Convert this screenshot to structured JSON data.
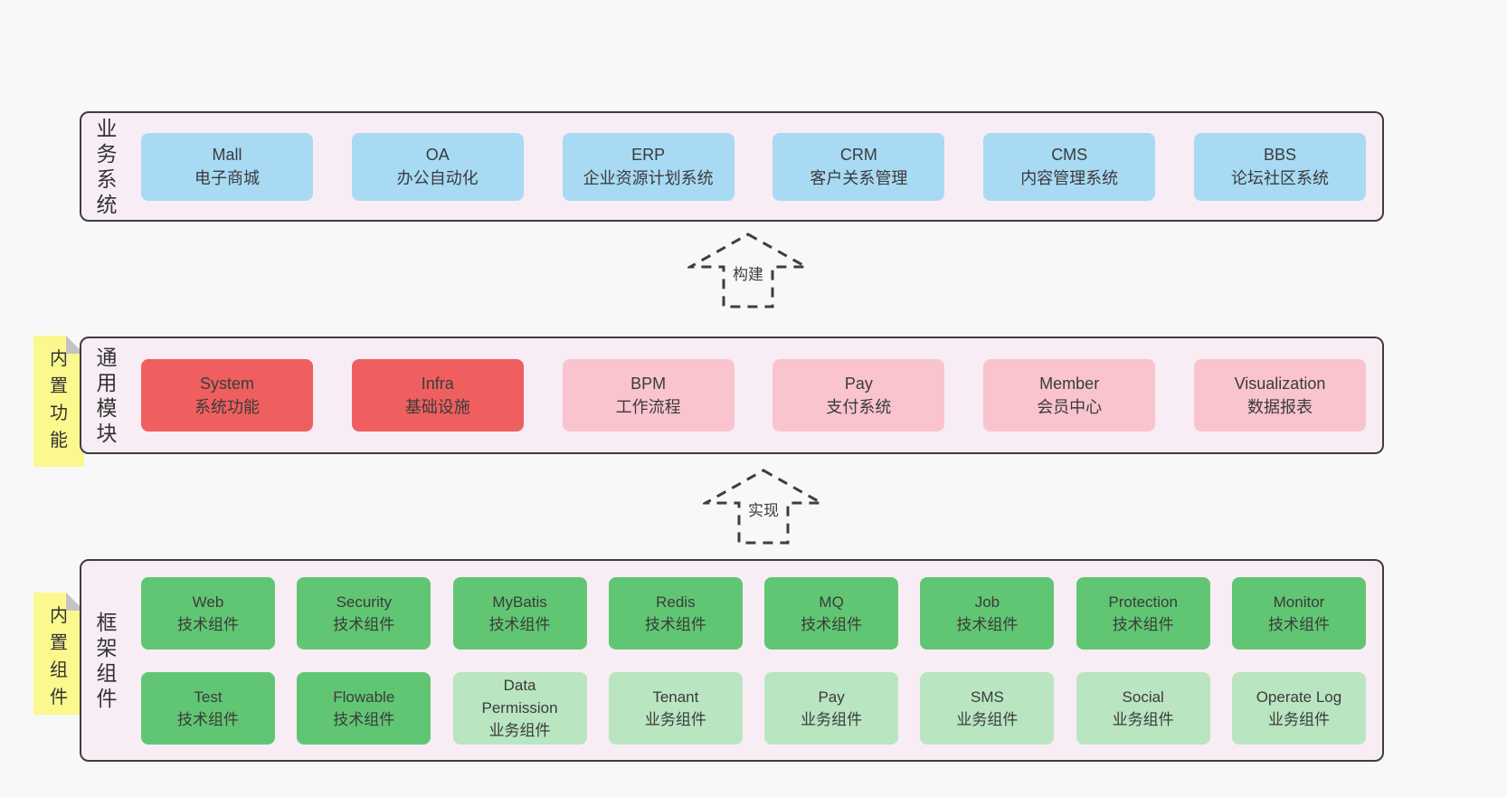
{
  "colors": {
    "page_bg": "#f8f8f8",
    "panel_bg": "#f8edf5",
    "panel_border": "#3d3d3d",
    "box_blue": "#a8daf3",
    "box_red": "#ef5f5f",
    "box_pink": "#f9c4ce",
    "box_green": "#61c673",
    "box_green_light": "#b9e5c1",
    "sticky_yellow": "#fbf88e",
    "text": "#3b3b3b"
  },
  "arrows": {
    "build": "构建",
    "implement": "实现"
  },
  "panels": {
    "business": {
      "label": "业务系统",
      "boxes": [
        {
          "en": "Mall",
          "zh": "电子商城",
          "variant": "blue"
        },
        {
          "en": "OA",
          "zh": "办公自动化",
          "variant": "blue"
        },
        {
          "en": "ERP",
          "zh": "企业资源计划系统",
          "variant": "blue"
        },
        {
          "en": "CRM",
          "zh": "客户关系管理",
          "variant": "blue"
        },
        {
          "en": "CMS",
          "zh": "内容管理系统",
          "variant": "blue"
        },
        {
          "en": "BBS",
          "zh": "论坛社区系统",
          "variant": "blue"
        }
      ]
    },
    "modules": {
      "label": "通用模块",
      "sticky": "内置功能",
      "boxes": [
        {
          "en": "System",
          "zh": "系统功能",
          "variant": "red"
        },
        {
          "en": "Infra",
          "zh": "基础设施",
          "variant": "red"
        },
        {
          "en": "BPM",
          "zh": "工作流程",
          "variant": "pink"
        },
        {
          "en": "Pay",
          "zh": "支付系统",
          "variant": "pink"
        },
        {
          "en": "Member",
          "zh": "会员中心",
          "variant": "pink"
        },
        {
          "en": "Visualization",
          "zh": "数据报表",
          "variant": "pink"
        }
      ]
    },
    "framework": {
      "label": "框架组件",
      "sticky": "内置组件",
      "row1": [
        {
          "en": "Web",
          "zh": "技术组件",
          "variant": "green"
        },
        {
          "en": "Security",
          "zh": "技术组件",
          "variant": "green"
        },
        {
          "en": "MyBatis",
          "zh": "技术组件",
          "variant": "green"
        },
        {
          "en": "Redis",
          "zh": "技术组件",
          "variant": "green"
        },
        {
          "en": "MQ",
          "zh": "技术组件",
          "variant": "green"
        },
        {
          "en": "Job",
          "zh": "技术组件",
          "variant": "green"
        },
        {
          "en": "Protection",
          "zh": "技术组件",
          "variant": "green"
        },
        {
          "en": "Monitor",
          "zh": "技术组件",
          "variant": "green"
        }
      ],
      "row2": [
        {
          "en": "Test",
          "zh": "技术组件",
          "variant": "green"
        },
        {
          "en": "Flowable",
          "zh": "技术组件",
          "variant": "green"
        },
        {
          "en": "Data Permission",
          "zh": "业务组件",
          "variant": "green-light"
        },
        {
          "en": "Tenant",
          "zh": "业务组件",
          "variant": "green-light"
        },
        {
          "en": "Pay",
          "zh": "业务组件",
          "variant": "green-light"
        },
        {
          "en": "SMS",
          "zh": "业务组件",
          "variant": "green-light"
        },
        {
          "en": "Social",
          "zh": "业务组件",
          "variant": "green-light"
        },
        {
          "en": "Operate Log",
          "zh": "业务组件",
          "variant": "green-light"
        }
      ]
    }
  }
}
